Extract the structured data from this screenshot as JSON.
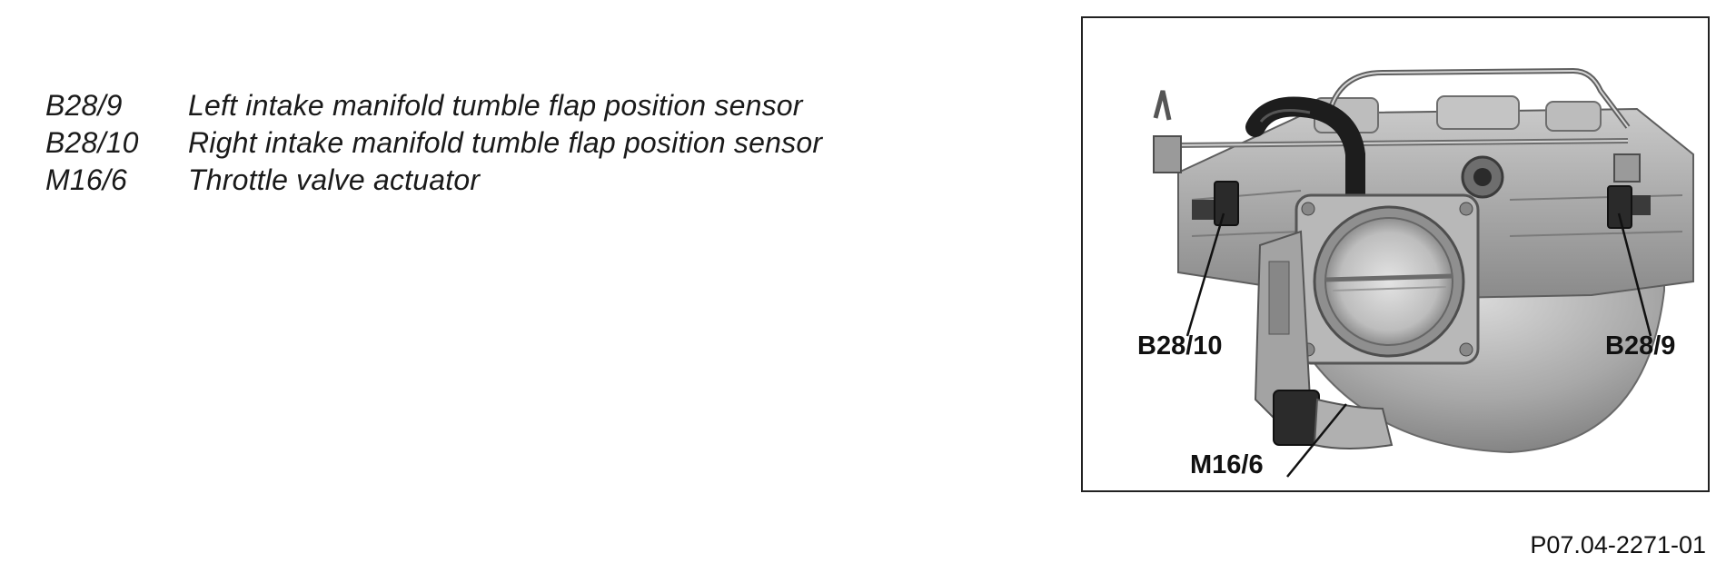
{
  "legend": {
    "items": [
      {
        "code": "B28/9",
        "description": "Left intake manifold tumble flap position sensor"
      },
      {
        "code": "B28/10",
        "description": "Right intake manifold tumble flap position sensor"
      },
      {
        "code": "M16/6",
        "description": "Throttle valve actuator"
      }
    ]
  },
  "figure": {
    "callouts": {
      "left_sensor": "B28/10",
      "right_sensor": "B28/9",
      "throttle": "M16/6"
    },
    "reference": "P07.04-2271-01"
  }
}
